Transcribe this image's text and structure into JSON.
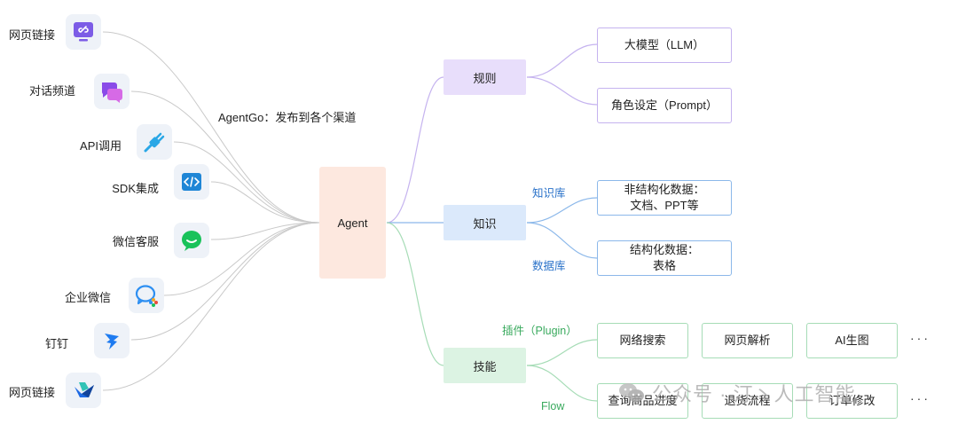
{
  "root": {
    "label": "Agent"
  },
  "publish_caption": "AgentGo：发布到各个渠道",
  "channels": [
    {
      "label": "网页链接",
      "icon": "link-screen-icon",
      "color": "#7c5ce6"
    },
    {
      "label": "对话频道",
      "icon": "chat-bubbles-icon",
      "color": "#b04de0"
    },
    {
      "label": "API调用",
      "icon": "plug-icon",
      "color": "#2aa7e6"
    },
    {
      "label": "SDK集成",
      "icon": "code-icon",
      "color": "#1f86d6"
    },
    {
      "label": "微信客服",
      "icon": "wechat-service-icon",
      "color": "#19c25a"
    },
    {
      "label": "企业微信",
      "icon": "wecom-icon",
      "color": "#2d8ff2"
    },
    {
      "label": "钉钉",
      "icon": "dingtalk-icon",
      "color": "#1e7bf0"
    },
    {
      "label": "网页链接",
      "icon": "feishu-icon",
      "color": "#1d69e3"
    }
  ],
  "categories": [
    {
      "label": "规则",
      "color": "#e8defb",
      "line_color": "#c5b3ef"
    },
    {
      "label": "知识",
      "color": "#dbe9fb",
      "line_color": "#8cb8ea"
    },
    {
      "label": "技能",
      "color": "#dcf3e3",
      "line_color": "#a6dcb6"
    }
  ],
  "rules_items": [
    "大模型（LLM）",
    "角色设定（Prompt）"
  ],
  "knowledge": {
    "label_top": "知识库",
    "label_bottom": "数据库",
    "label_color": "#2a72c9",
    "items": [
      {
        "line1": "非结构化数据：",
        "line2": "文档、PPT等"
      },
      {
        "line1": "结构化数据：",
        "line2": "表格"
      }
    ]
  },
  "skills": {
    "plugin_label": "插件（Plugin）",
    "flow_label": "Flow",
    "label_color": "#3aaa5e",
    "plugin_items": [
      "网络搜索",
      "网页解析",
      "AI生图"
    ],
    "flow_items": [
      "查询商品进度",
      "退货流程",
      "订单修改"
    ],
    "more": "···"
  },
  "watermark": "公众号 · 汀丶人工智能"
}
